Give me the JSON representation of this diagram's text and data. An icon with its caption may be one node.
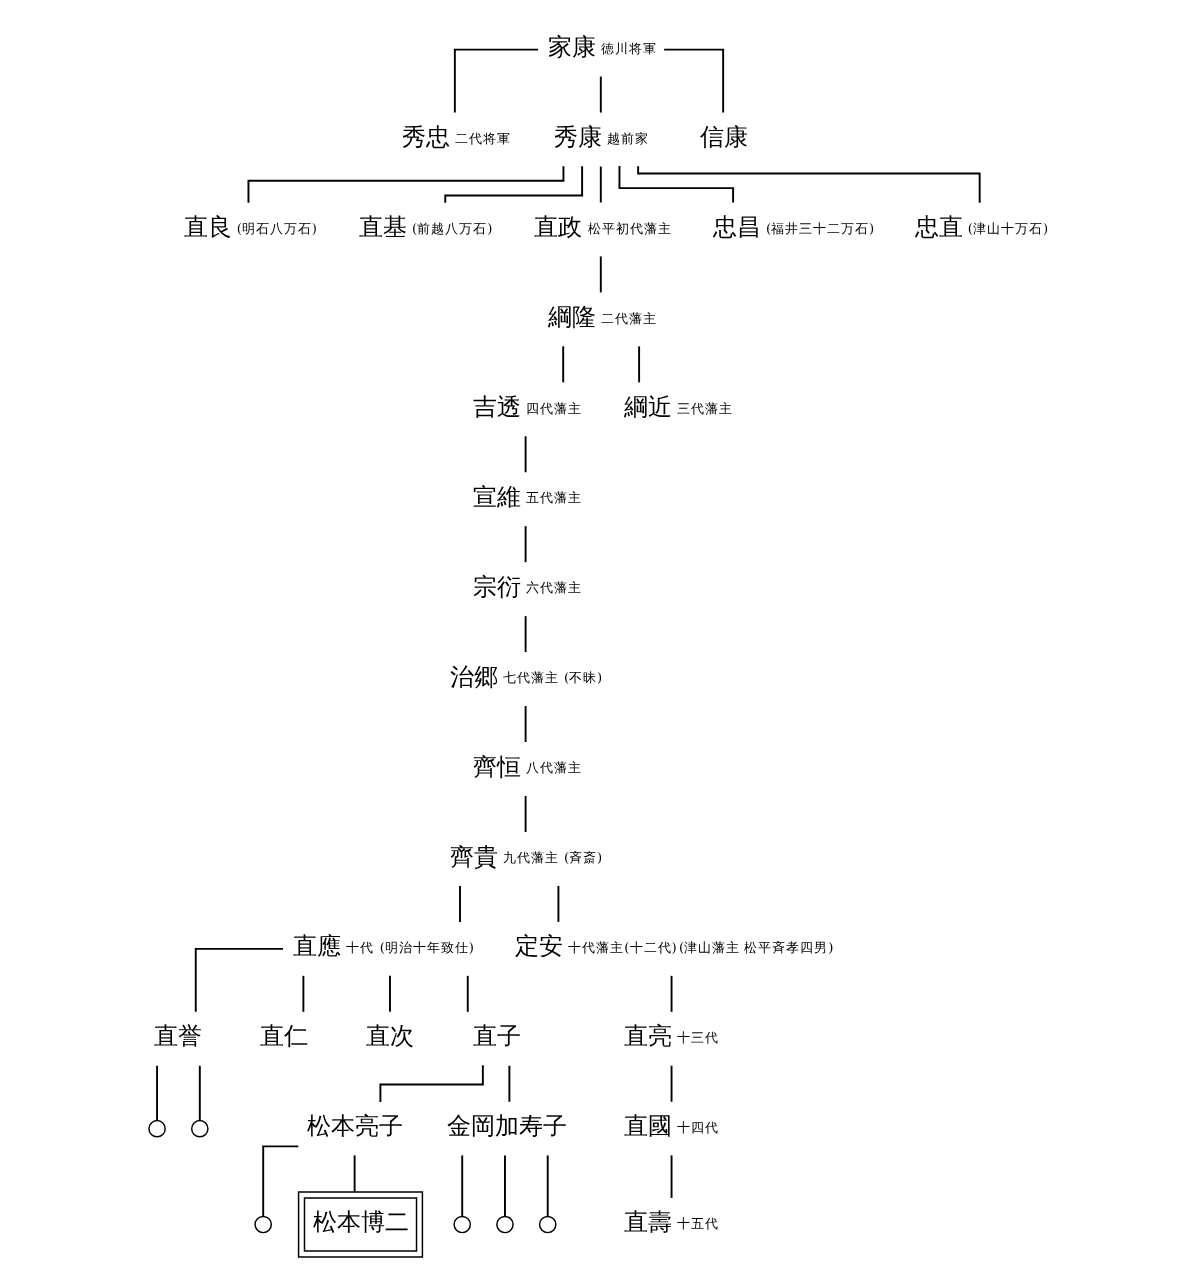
{
  "diagram": {
    "nodes": [
      {
        "text": [
          "家康"
        ],
        "beside": [
          "徳川将軍"
        ]
      },
      {
        "text": [
          "秀忠"
        ],
        "beside": [
          "二代将軍"
        ]
      },
      {
        "text": [
          "秀康"
        ],
        "beside": [
          "越前家"
        ]
      },
      {
        "text": [
          "信康"
        ]
      },
      {
        "text": [
          "直良"
        ],
        "beside": [
          "(明石八万石)"
        ]
      },
      {
        "text": [
          "直基"
        ],
        "beside": [
          "(前越八万石)"
        ]
      },
      {
        "text": [
          "直政"
        ],
        "beside": [
          "松平初代藩主"
        ]
      },
      {
        "text": [
          "忠昌"
        ],
        "beside": [
          "(福井三十二万石)"
        ]
      },
      {
        "text": [
          "忠直"
        ],
        "beside": [
          "(津山十万石)"
        ]
      },
      {
        "text": [
          "綱隆"
        ],
        "beside": [
          "二代藩主"
        ]
      },
      {
        "text": [
          "吉透"
        ],
        "beside": [
          "四代藩主"
        ]
      },
      {
        "text": [
          "綱近"
        ],
        "beside": [
          "三代藩主"
        ]
      },
      {
        "text": [
          "宣維"
        ],
        "beside": [
          "五代藩主"
        ]
      },
      {
        "text": [
          "宗衍"
        ],
        "beside": [
          "六代藩主"
        ]
      },
      {
        "text": [
          "治郷"
        ],
        "beside": [
          "七代藩主",
          "(不昧)"
        ]
      },
      {
        "text": [
          "齊恒"
        ],
        "beside": [
          "八代藩主"
        ]
      },
      {
        "text": [
          "齊貴"
        ],
        "beside": [
          "九代藩主",
          "(斉斎)"
        ]
      },
      {
        "text": [
          "直應"
        ],
        "beside": [
          "十代",
          "(明治十年致仕)"
        ]
      },
      {
        "text": [
          "定安"
        ],
        "beside": [
          "十代藩主(十二代)",
          "(津山藩主 松平斉孝四男)"
        ]
      },
      {
        "text": [
          "直誉"
        ]
      },
      {
        "text": [
          "直仁"
        ]
      },
      {
        "text": [
          "直次"
        ]
      },
      {
        "text": [
          "直子"
        ]
      },
      {
        "text": [
          "直亮"
        ],
        "beside": [
          "十三代"
        ]
      },
      {
        "text": [
          "直國"
        ],
        "beside": [
          "十四代"
        ]
      },
      {
        "text": [
          "直壽"
        ],
        "beside": [
          "十五代"
        ]
      },
      {
        "text": [],
        "shape": "circle"
      },
      {
        "text": [],
        "shape": "circle"
      },
      {
        "text": [
          "松本亮子"
        ]
      },
      {
        "text": [
          "金岡加寿子"
        ]
      },
      {
        "text": [],
        "shape": "circle"
      },
      {
        "text": [
          "松本博二"
        ]
      },
      {
        "text": [],
        "shape": "circle"
      },
      {
        "text": [],
        "shape": "circle"
      },
      {
        "text": [],
        "shape": "circle"
      }
    ],
    "edges": [
      {
        "from": 0,
        "to": 1,
        "arrow": "none"
      },
      {
        "from": 0,
        "to": 2,
        "arrow": "none"
      },
      {
        "from": 0,
        "to": 3,
        "arrow": "none"
      },
      {
        "from": 2,
        "to": 4,
        "arrow": "none"
      },
      {
        "from": 2,
        "to": 5,
        "arrow": "none"
      },
      {
        "from": 2,
        "to": 6,
        "arrow": "none"
      },
      {
        "from": 2,
        "to": 7,
        "arrow": "none"
      },
      {
        "from": 2,
        "to": 8,
        "arrow": "none"
      },
      {
        "from": 6,
        "to": 9,
        "arrow": "none"
      },
      {
        "from": 9,
        "to": 10,
        "arrow": "none"
      },
      {
        "from": 9,
        "to": 11,
        "arrow": "none"
      },
      {
        "from": 10,
        "to": 12,
        "arrow": "none"
      },
      {
        "from": 12,
        "to": 13,
        "arrow": "none"
      },
      {
        "from": 13,
        "to": 14,
        "arrow": "none"
      },
      {
        "from": 14,
        "to": 15,
        "arrow": "none"
      },
      {
        "from": 15,
        "to": 16,
        "arrow": "none"
      },
      {
        "from": 16,
        "to": 17,
        "arrow": "none"
      },
      {
        "from": 16,
        "to": 18,
        "arrow": "none"
      },
      {
        "from": 17,
        "to": 19,
        "arrow": "none"
      },
      {
        "from": 17,
        "to": 20,
        "arrow": "none"
      },
      {
        "from": 17,
        "to": 21,
        "arrow": "none"
      },
      {
        "from": 17,
        "to": 22,
        "arrow": "none"
      },
      {
        "from": 18,
        "to": 23,
        "arrow": "none"
      },
      {
        "from": 23,
        "to": 24,
        "arrow": "none"
      },
      {
        "from": 24,
        "to": 25,
        "arrow": "none"
      },
      {
        "from": 19,
        "to": 26,
        "arrow": "none"
      },
      {
        "from": 19,
        "to": 27,
        "arrow": "none"
      },
      {
        "from": 22,
        "to": 28,
        "arrow": "none"
      },
      {
        "from": 22,
        "to": 29,
        "arrow": "none"
      },
      {
        "from": 28,
        "to": 30,
        "arrow": "none"
      },
      {
        "from": 28,
        "to": 31,
        "arrow": "none"
      },
      {
        "from": 29,
        "to": 32,
        "arrow": "none"
      },
      {
        "from": 29,
        "to": 33,
        "arrow": "none"
      },
      {
        "from": 29,
        "to": 34,
        "arrow": "none"
      }
    ]
  }
}
